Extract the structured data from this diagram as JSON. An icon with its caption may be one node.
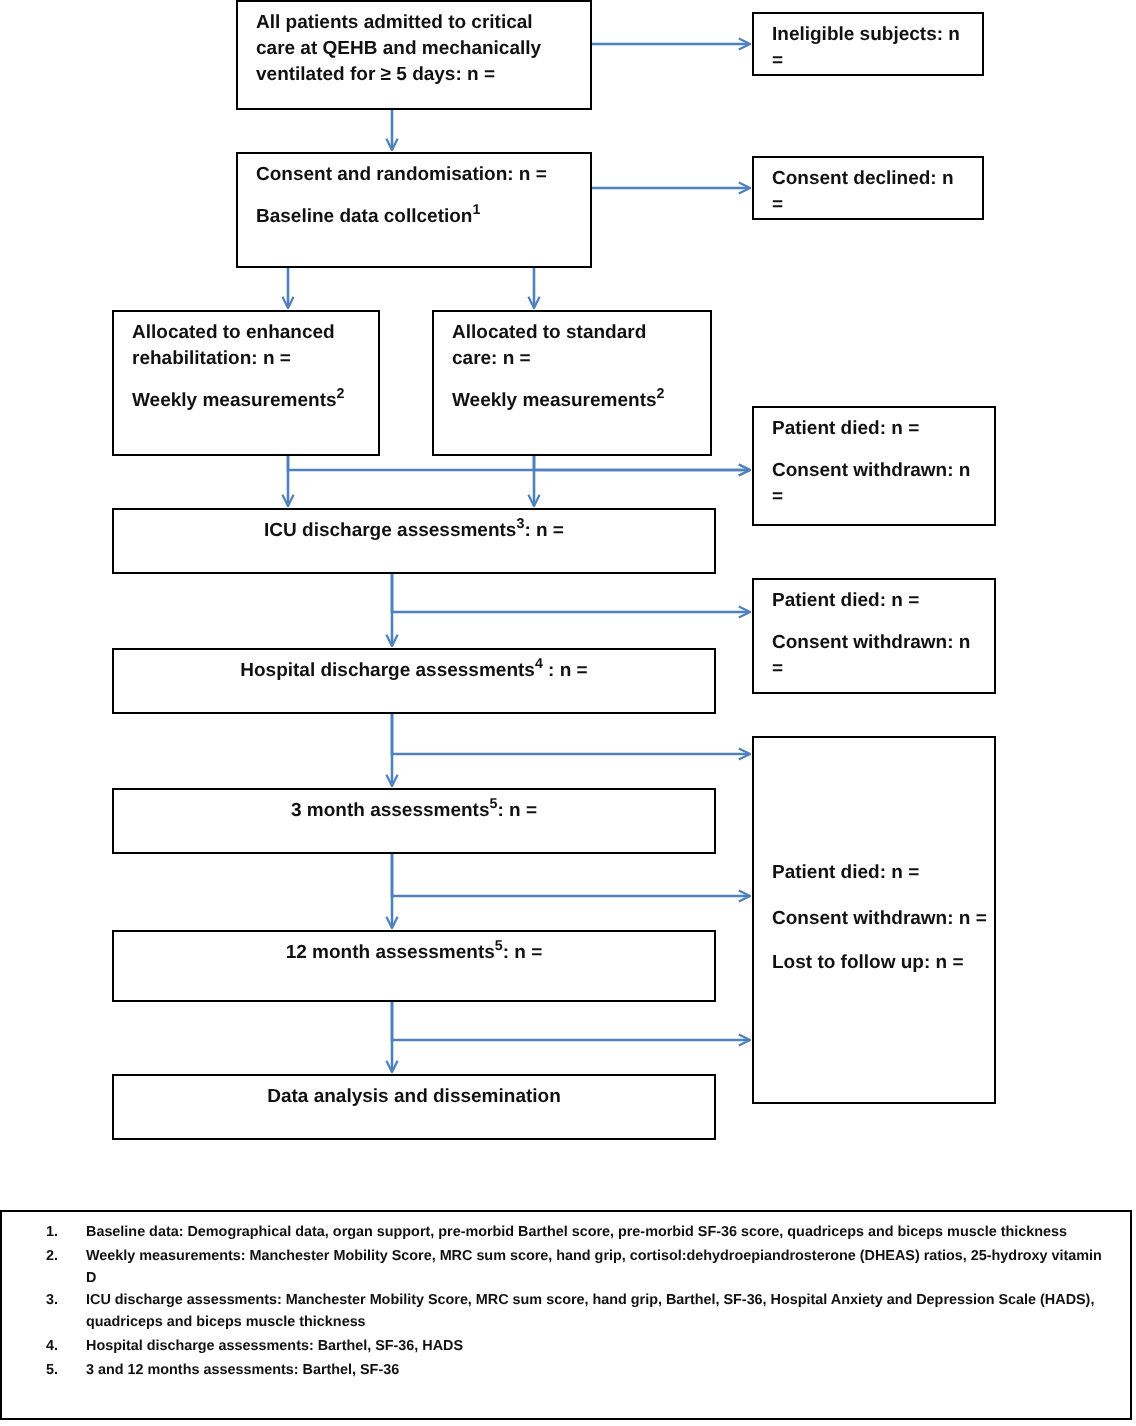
{
  "diagram": {
    "nodes": [
      {
        "text": [
          "All patients admitted to critical care at QEHB and mechanically ventilated for ≥ 5 days: n ="
        ]
      },
      {
        "text": [
          "Ineligible subjects: n ="
        ]
      },
      {
        "text": [
          "Consent and randomisation: n =",
          "Baseline data collcetion$^{1}$"
        ]
      },
      {
        "text": [
          "Consent declined: n ="
        ]
      },
      {
        "text": [
          "Allocated to enhanced rehabilitation: n =",
          "Weekly measurements$^{2}$"
        ]
      },
      {
        "text": [
          "Allocated to standard care: n =",
          "Weekly measurements$^{2}$"
        ]
      },
      {
        "text": [
          "Patient died: n =",
          "Consent withdrawn: n ="
        ]
      },
      {
        "text": [
          "ICU discharge assessments$^{3}$: n ="
        ]
      },
      {
        "text": [
          "Patient died: n =",
          "Consent withdrawn: n ="
        ]
      },
      {
        "text": [
          "Hospital discharge assessments$^{4}$ : n ="
        ]
      },
      {
        "text": [
          "Patient died: n =",
          "Consent withdrawn: n =",
          "Lost to follow up: n ="
        ]
      },
      {
        "text": [
          "3 month assessments$^{5}$: n ="
        ]
      },
      {
        "text": [
          "12 month assessments$^{5}$: n ="
        ]
      },
      {
        "text": [
          "Data analysis and dissemination"
        ]
      }
    ],
    "edges": [
      {
        "from": 0,
        "to": 1,
        "arrow": "to"
      },
      {
        "from": 0,
        "to": 2,
        "arrow": "to"
      },
      {
        "from": 2,
        "to": 3,
        "arrow": "to"
      },
      {
        "from": 2,
        "to": 4,
        "arrow": "to"
      },
      {
        "from": 2,
        "to": 5,
        "arrow": "to"
      },
      {
        "from": 4,
        "to": 7,
        "arrow": "to"
      },
      {
        "from": 5,
        "to": 7,
        "arrow": "to"
      },
      {
        "from": 4,
        "to": 6,
        "arrow": "to"
      },
      {
        "from": 5,
        "to": 6,
        "arrow": "to"
      },
      {
        "from": 7,
        "to": 9,
        "arrow": "to"
      },
      {
        "from": 7,
        "to": 8,
        "arrow": "to"
      },
      {
        "from": 9,
        "to": 11,
        "arrow": "to"
      },
      {
        "from": 9,
        "to": 10,
        "arrow": "to"
      },
      {
        "from": 11,
        "to": 12,
        "arrow": "to"
      },
      {
        "from": 11,
        "to": 10,
        "arrow": "to"
      },
      {
        "from": 12,
        "to": 13,
        "arrow": "to"
      },
      {
        "from": 12,
        "to": 10,
        "arrow": "to"
      }
    ],
    "labels": [
      "1.",
      "Baseline data: Demographical data, organ support, pre-morbid Barthel score, pre-morbid SF-36 score, quadriceps and biceps muscle thickness",
      "2.",
      "Weekly measurements: Manchester Mobility Score, MRC sum score, hand grip, cortisol:dehydroepiandrosterone (DHEAS) ratios, 25-hydroxy vitamin D",
      "3.",
      "ICU discharge assessments: Manchester Mobility Score, MRC sum score, hand grip, Barthel, SF-36, Hospital Anxiety and Depression Scale (HADS), quadriceps and biceps muscle thickness",
      "4.",
      "Hospital discharge assessments: Barthel, SF-36, HADS",
      "5.",
      "3 and 12 months assessments: Barthel, SF-36"
    ]
  }
}
